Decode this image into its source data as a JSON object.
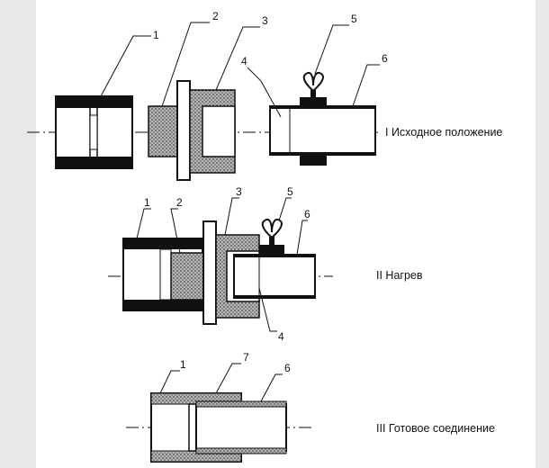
{
  "stages": [
    {
      "label": "I Исходное положение"
    },
    {
      "label": "II Нагрев"
    },
    {
      "label": "III Готовое соединение"
    }
  ],
  "callouts": {
    "s1": [
      "1",
      "2",
      "3",
      "4",
      "5",
      "6"
    ],
    "s2": [
      "1",
      "2",
      "3",
      "5",
      "6",
      "4"
    ],
    "s3": [
      "1",
      "7",
      "6"
    ]
  },
  "colors": {
    "background": "#e8e8e8",
    "paper": "#ffffff",
    "ink": "#111111",
    "stipple": "#8a8a8a"
  }
}
